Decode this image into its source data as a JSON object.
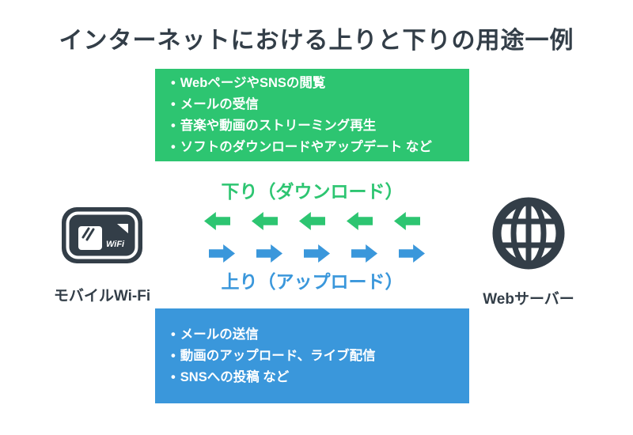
{
  "title": "インターネットにおける上りと下りの用途一例",
  "colors": {
    "dark_slate": "#333E48",
    "green": "#2DC571",
    "blue": "#3A97DB",
    "text_on_box": "#FFFFFF"
  },
  "download_box": {
    "bullet": "•",
    "items": [
      "WebページやSNSの閲覧",
      "メールの受信",
      "音楽や動画のストリーミング再生",
      "ソフトのダウンロードやアップデート など"
    ]
  },
  "upload_box": {
    "bullet": "•",
    "items": [
      "メールの送信",
      "動画のアップロード、ライブ配信",
      "SNSへの投稿 など"
    ]
  },
  "flow": {
    "download_label": "下り（ダウンロード）",
    "upload_label": "上り（アップロード）",
    "download_arrows": {
      "direction": "left",
      "count": 5,
      "color": "#2DC571"
    },
    "upload_arrows": {
      "direction": "right",
      "count": 5,
      "color": "#3A97DB"
    }
  },
  "left_node": {
    "label": "モバイルWi-Fi",
    "icon": "mobile-wifi-router-icon",
    "device_text": "WiFi"
  },
  "right_node": {
    "label": "Webサーバー",
    "icon": "globe-icon"
  }
}
